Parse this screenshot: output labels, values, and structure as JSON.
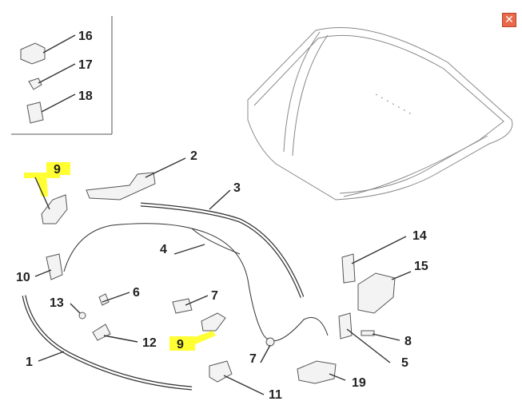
{
  "callouts": {
    "c16": "16",
    "c17": "17",
    "c18": "18",
    "c9a": "9",
    "c2": "2",
    "c3": "3",
    "c4": "4",
    "c10": "10",
    "c6": "6",
    "c7a": "7",
    "c13": "13",
    "c12": "12",
    "c9b": "9",
    "c7b": "7",
    "c1": "1",
    "c11": "11",
    "c14": "14",
    "c15": "15",
    "c8": "8",
    "c5": "5",
    "c19": "19"
  },
  "highlight_color": "#ffff33",
  "icons": {
    "close": "close-icon"
  },
  "close_glyph": "✕"
}
